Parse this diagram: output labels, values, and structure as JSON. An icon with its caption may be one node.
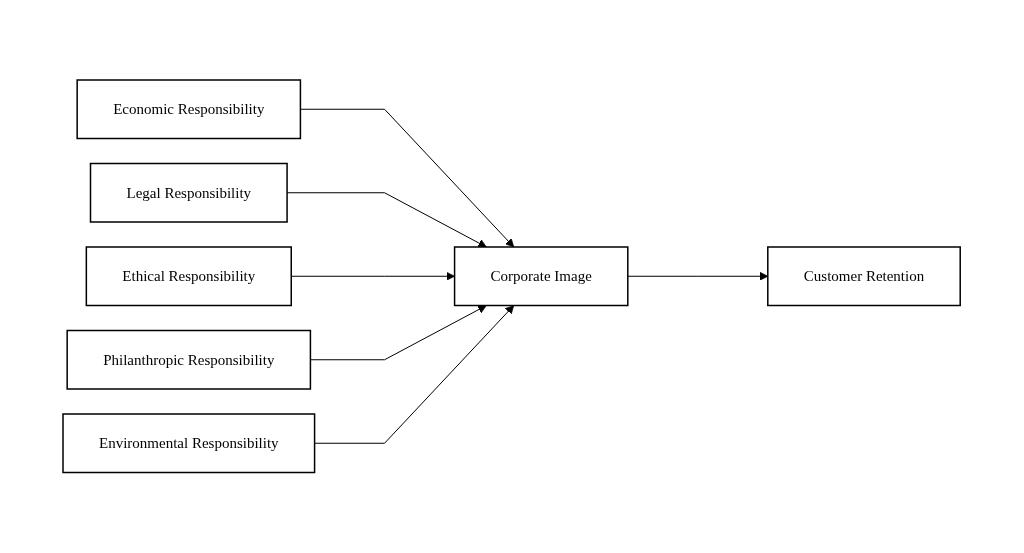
{
  "diagram": {
    "nodes": [
      {
        "text": [
          "Economic Responsibility"
        ]
      },
      {
        "text": [
          "Legal Responsibility"
        ]
      },
      {
        "text": [
          "Ethical Responsibility"
        ]
      },
      {
        "text": [
          "Philanthropic Responsibility"
        ]
      },
      {
        "text": [
          "Environmental Responsibility"
        ]
      },
      {
        "text": [
          "Corporate Image"
        ]
      },
      {
        "text": [
          "Customer Retention"
        ]
      }
    ],
    "edges": [
      {
        "from": 0,
        "to": 5,
        "arrow": "to"
      },
      {
        "from": 1,
        "to": 5,
        "arrow": "to"
      },
      {
        "from": 2,
        "to": 5,
        "arrow": "to"
      },
      {
        "from": 3,
        "to": 5,
        "arrow": "to"
      },
      {
        "from": 4,
        "to": 5,
        "arrow": "to"
      },
      {
        "from": 5,
        "to": 6,
        "arrow": "to"
      }
    ]
  }
}
